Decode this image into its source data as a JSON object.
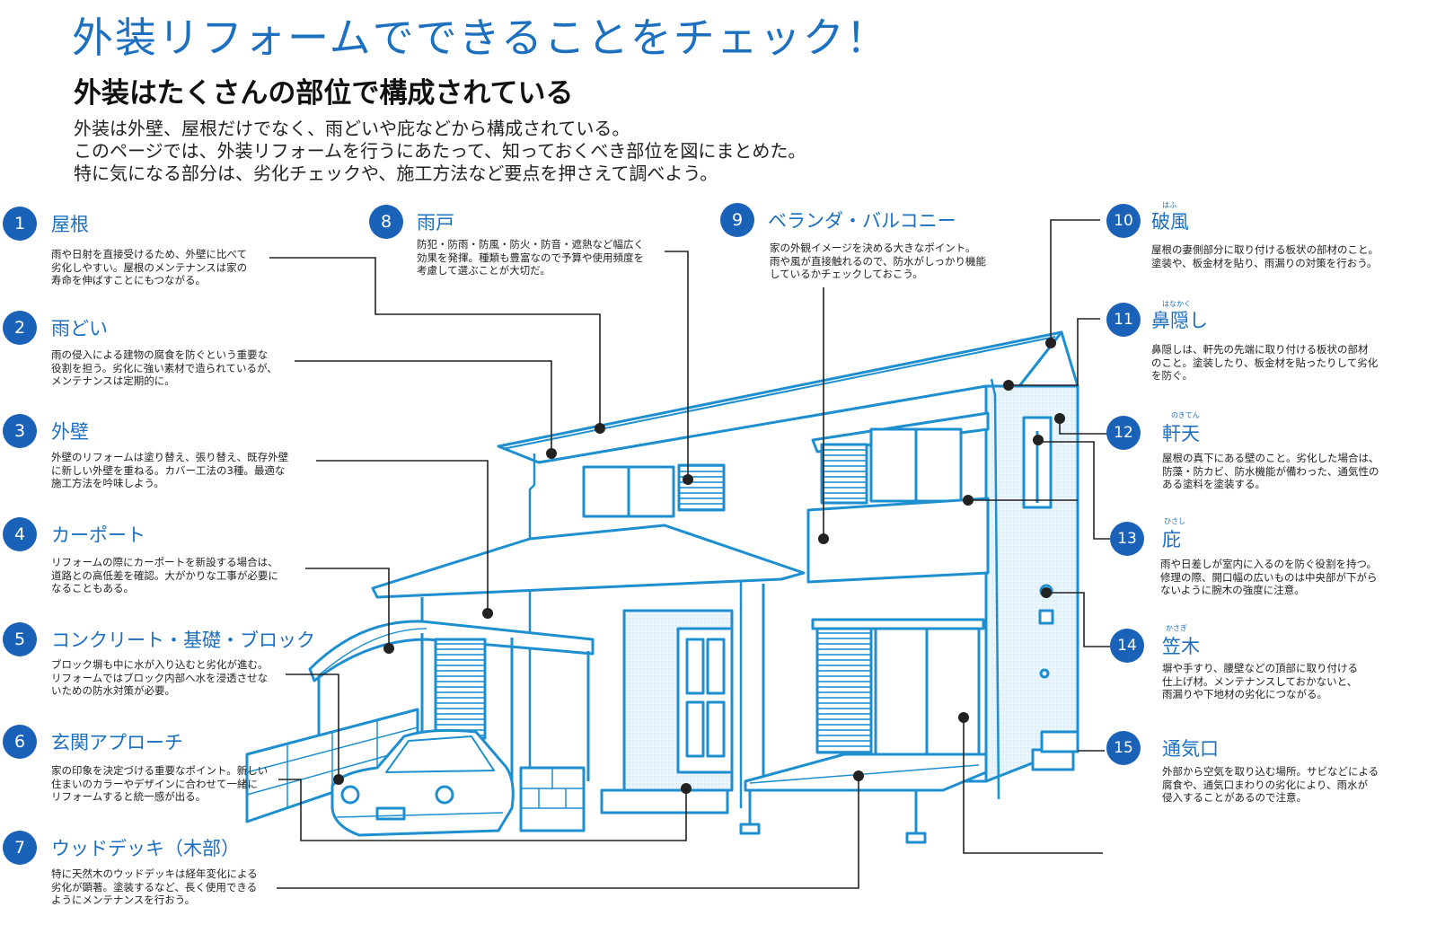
{
  "title": "外装リフォームでできることをチェック！",
  "subtitle": "外装はたくさんの部位で構成されている",
  "intro": [
    "外装は外壁、屋根だけでなく、雨どいや庇などから構成されている。",
    "このページでは、外装リフォームを行うにあたって、知っておくべき部位を図にまとめた。",
    "特に気になる部分は、劣化チェックや、施工方法など要点を押さえて調べよう。"
  ],
  "items": [
    {
      "num": "1",
      "label": "屋根",
      "desc": [
        "雨や日射を直接受けるため、外壁に比べて",
        "劣化しやすい。屋根のメンテナンスは家の",
        "寿命を伸ばすことにもつながる。"
      ]
    },
    {
      "num": "2",
      "label": "雨どい",
      "desc": [
        "雨の侵入による建物の腐食を防ぐという重要な",
        "役割を担う。劣化に強い素材で造られているが、",
        "メンテナンスは定期的に。"
      ]
    },
    {
      "num": "3",
      "label": "外壁",
      "desc": [
        "外壁のリフォームは塗り替え、張り替え、既存外壁",
        "に新しい外壁を重ねる。カバー工法の3種。最適な",
        "施工方法を吟味しよう。"
      ]
    },
    {
      "num": "4",
      "label": "カーポート",
      "desc": [
        "リフォームの際にカーポートを新設する場合は、",
        "道路との高低差を確認。大がかりな工事が必要に",
        "なることもある。"
      ]
    },
    {
      "num": "5",
      "label": "コンクリート・基礎・ブロック",
      "desc": [
        "ブロック塀も中に水が入り込むと劣化が進む。",
        "リフォームではブロック内部へ水を浸透させな",
        "いための防水対策が必要。"
      ]
    },
    {
      "num": "6",
      "label": "玄関アプローチ",
      "desc": [
        "家の印象を決定づける重要なポイント。新しい",
        "住まいのカラーやデザインに合わせて一緒に",
        "リフォームすると統一感が出る。"
      ]
    },
    {
      "num": "7",
      "label": "ウッドデッキ（木部）",
      "desc": [
        "特に天然木のウッドデッキは経年変化による",
        "劣化が顕著。塗装するなど、長く使用できる",
        "ようにメンテナンスを行おう。"
      ]
    },
    {
      "num": "8",
      "label": "雨戸",
      "desc": [
        "防犯・防雨・防風・防火・防音・遮熱など幅広く",
        "効果を発揮。種類も豊富なので予算や使用頻度を",
        "考慮して選ぶことが大切だ。"
      ]
    },
    {
      "num": "9",
      "label": "ベランダ・バルコニー",
      "desc": [
        "家の外観イメージを決める大きなポイント。",
        "雨や風が直接触れるので、防水がしっかり機能",
        "しているかチェックしておこう。"
      ]
    },
    {
      "num": "10",
      "label": "破風",
      "ruby": "はふ",
      "desc": [
        "屋根の妻側部分に取り付ける板状の部材のこと。",
        "塗装や、板金材を貼り、雨漏りの対策を行おう。"
      ]
    },
    {
      "num": "11",
      "label": "鼻隠し",
      "ruby": "はなかく",
      "desc": [
        "鼻隠しは、軒先の先端に取り付ける板状の部材",
        "のこと。塗装したり、板金材を貼ったりして劣化",
        "を防ぐ。"
      ]
    },
    {
      "num": "12",
      "label": "軒天",
      "ruby": "のきてん",
      "desc": [
        "屋根の真下にある壁のこと。劣化した場合は、",
        "防藻・防カビ、防水機能が備わった、通気性の",
        "ある塗料を塗装する。"
      ]
    },
    {
      "num": "13",
      "label": "庇",
      "ruby": "ひさし",
      "desc": [
        "雨や日差しが室内に入るのを防ぐ役割を持つ。",
        "修理の際、開口幅の広いものは中央部が下がら",
        "ないように腕木の強度に注意。"
      ]
    },
    {
      "num": "14",
      "label": "笠木",
      "ruby": "かさぎ",
      "desc": [
        "塀や手すり、腰壁などの頂部に取り付ける",
        "仕上げ材。メンテナンスしておかないと、",
        "雨漏りや下地材の劣化につながる。"
      ]
    },
    {
      "num": "15",
      "label": "通気口",
      "desc": [
        "外部から空気を取り込む場所。サビなどによる",
        "腐食や、通気口まわりの劣化により、雨水が",
        "侵入することがあるので注意。"
      ]
    }
  ],
  "colors": {
    "accent": "#1a61b8",
    "line": "#1d8fd0",
    "house_fill": "#e4f2fa",
    "leader": "#222222"
  }
}
